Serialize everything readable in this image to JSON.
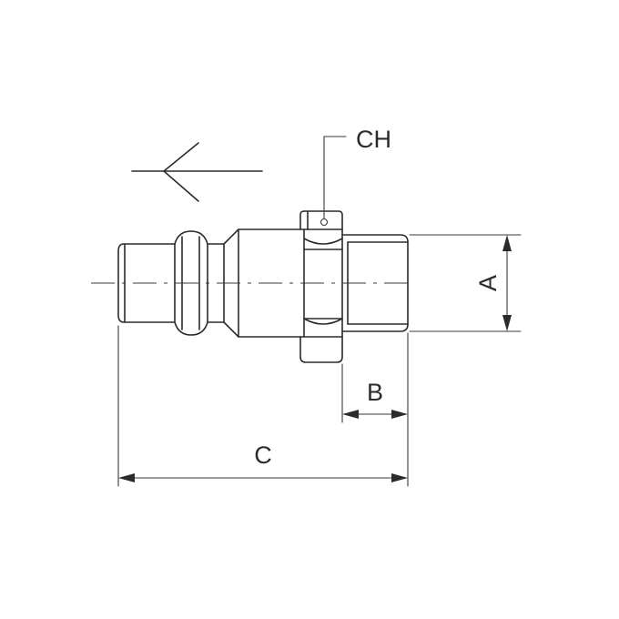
{
  "labels": {
    "ch": "CH",
    "a": "A",
    "b": "B",
    "c": "C"
  }
}
